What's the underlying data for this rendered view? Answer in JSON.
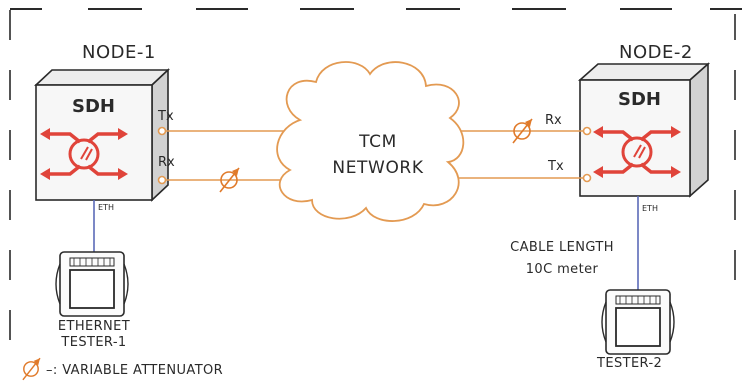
{
  "node1": {
    "title": "NODE-1",
    "device": "SDH",
    "tx": "Tx",
    "rx": "Rx",
    "eth": "ETH"
  },
  "node2": {
    "title": "NODE-2",
    "device": "SDH",
    "tx": "Tx",
    "rx": "Rx",
    "eth": "ETH"
  },
  "network": {
    "line1": "TCM",
    "line2": "NETWORK"
  },
  "cable": {
    "line1": "CABLE LENGTH",
    "line2": "10C meter"
  },
  "tester1": {
    "line1": "ETHERNET",
    "line2": "TESTER-1"
  },
  "tester2": {
    "label": "TESTER-2"
  },
  "legend": {
    "text": "–: VARIABLE ATTENUATOR"
  },
  "colors": {
    "fiber": "#e39a52",
    "arrow": "#e0443a",
    "eth_cable": "#5b6ab8",
    "attenuator": "#e07a2a",
    "ink": "#2a2a2a"
  }
}
